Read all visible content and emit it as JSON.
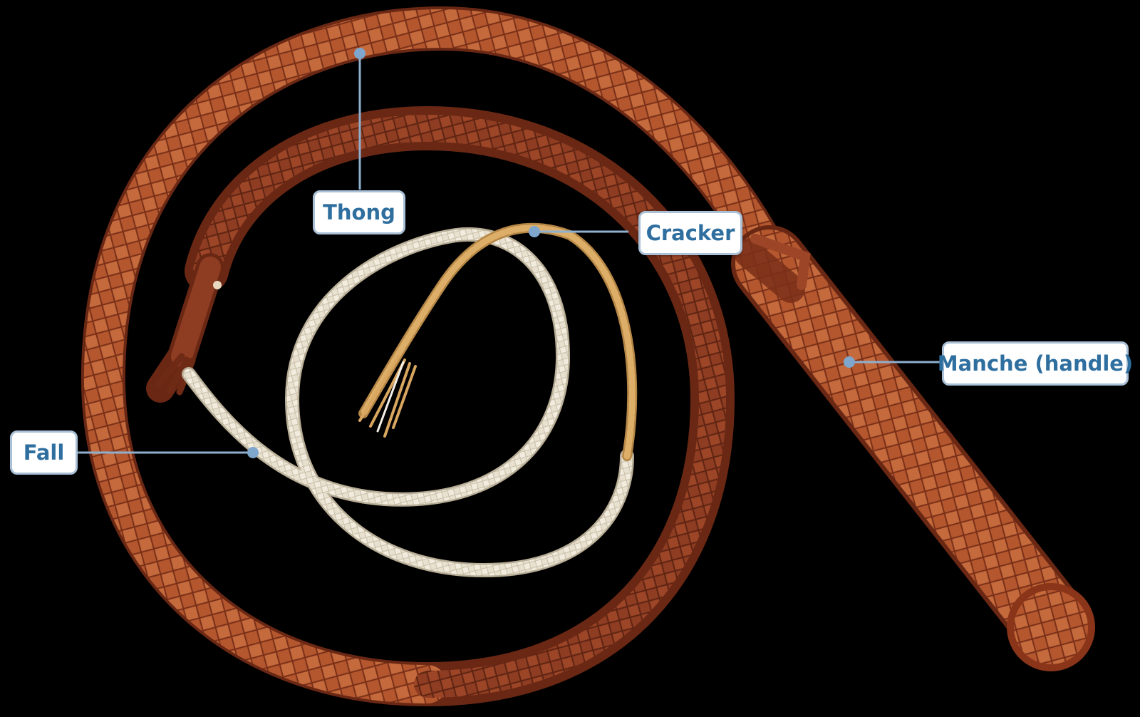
{
  "image": {
    "background_color": "#000000",
    "subject": "braided leather bullwhip",
    "colors": {
      "thong_leather": "#b4572e",
      "thong_shadow": "#7a2f18",
      "inner_leather": "#8e3c22",
      "fall": "#e8e1d0",
      "cracker": "#d9a660",
      "label_text": "#2f6f9f",
      "label_border": "#a9c0d6",
      "leader_line": "#8fb0cf",
      "leader_dot": "#7fa6cc"
    }
  },
  "labels": {
    "thong": "Thong",
    "cracker": "Cracker",
    "handle": "Manche (handle)",
    "fall": "Fall"
  }
}
